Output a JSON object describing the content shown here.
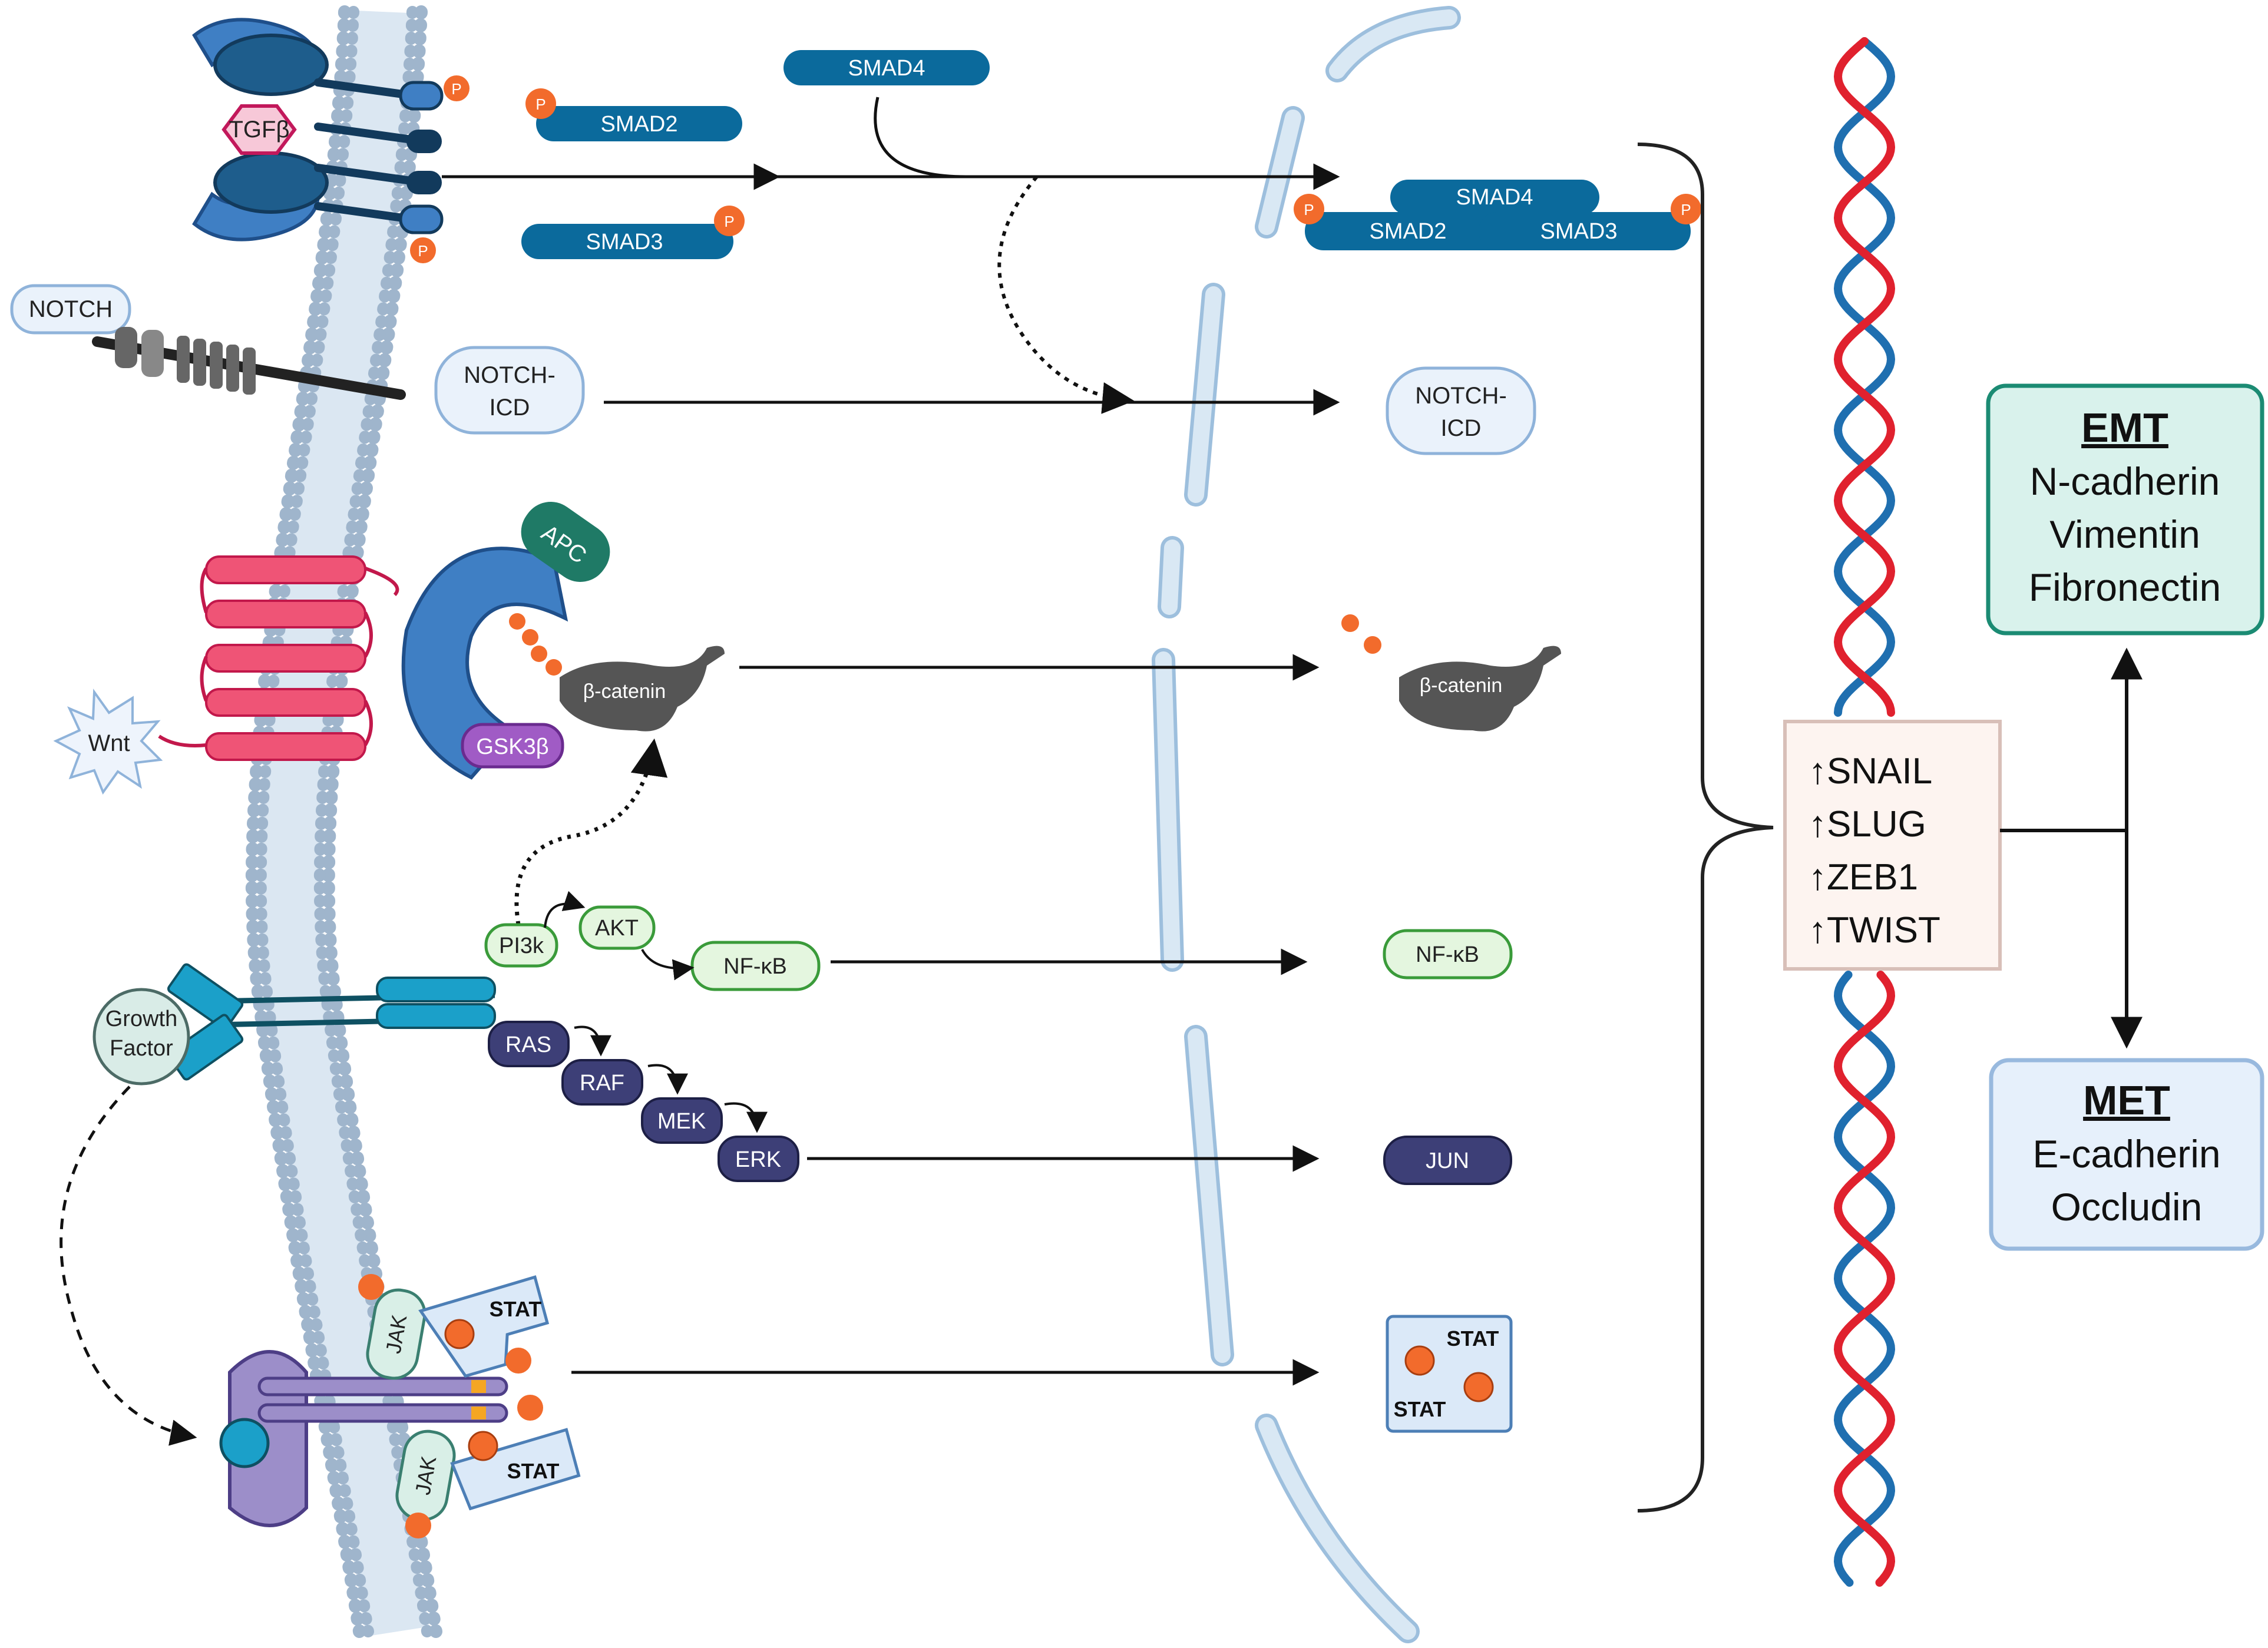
{
  "labels": {
    "tgfb": "TGFβ",
    "p": "P",
    "smad2": "SMAD2",
    "smad3": "SMAD3",
    "smad4": "SMAD4",
    "notch": "NOTCH",
    "notch_icd_1": "NOTCH-",
    "notch_icd_2": "ICD",
    "apc": "APC",
    "beta_catenin": "β-catenin",
    "gsk3b": "GSK3β",
    "wnt": "Wnt",
    "pi3k": "PI3k",
    "akt": "AKT",
    "nfkb": "NF-κB",
    "growth_factor_1": "Growth",
    "growth_factor_2": "Factor",
    "ras": "RAS",
    "raf": "RAF",
    "mek": "MEK",
    "erk": "ERK",
    "jun": "JUN",
    "jak": "JAK",
    "stat": "STAT"
  },
  "transcription_factors": [
    "↑SNAIL",
    "↑SLUG",
    "↑ZEB1",
    "↑TWIST"
  ],
  "emt": {
    "title": "EMT",
    "markers": [
      "N-cadherin",
      "Vimentin",
      "Fibronectin"
    ]
  },
  "met": {
    "title": "MET",
    "markers": [
      "E-cadherin",
      "Occludin"
    ]
  },
  "colors": {
    "smad": "#0b6a9c",
    "phospho": "#f26b2c",
    "tgfb_fill": "#f7c8d8",
    "tgfb_stroke": "#c2185b",
    "wnt_receptor": "#ef5476",
    "axin": "#3f7fc4",
    "apc": "#1f7a66",
    "gsk3b": "#a05bc5",
    "beta_catenin": "#555555",
    "green_fill": "#e4f6df",
    "green_stroke": "#3a9b3a",
    "mapk": "#3d3f77",
    "membrane": "#d6e6f3",
    "emt_fill": "#d9f2ec",
    "emt_stroke": "#1b8b73",
    "met_fill": "#e6f0fb",
    "met_stroke": "#98b9de",
    "dna_red": "#e0212e",
    "dna_blue": "#1f6fb0"
  }
}
